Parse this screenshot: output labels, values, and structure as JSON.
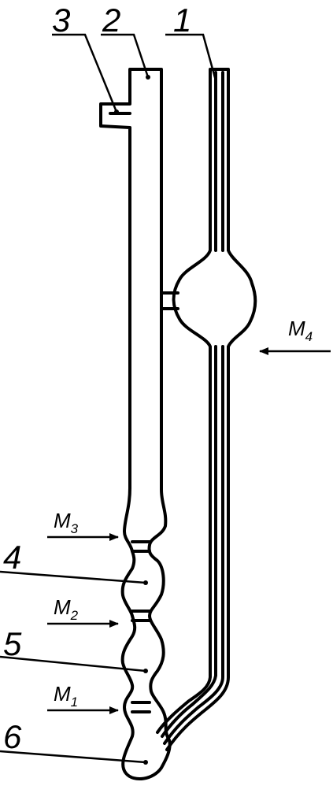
{
  "callouts": {
    "c1": "1",
    "c2": "2",
    "c3": "3",
    "c4": "4",
    "c5": "5",
    "c6": "6"
  },
  "marks": {
    "m1": {
      "letter": "M",
      "sub": "1"
    },
    "m2": {
      "letter": "M",
      "sub": "2"
    },
    "m3": {
      "letter": "M",
      "sub": "3"
    },
    "m4": {
      "letter": "M",
      "sub": "4"
    }
  },
  "colors": {
    "stroke": "#000000",
    "background": "#ffffff"
  }
}
